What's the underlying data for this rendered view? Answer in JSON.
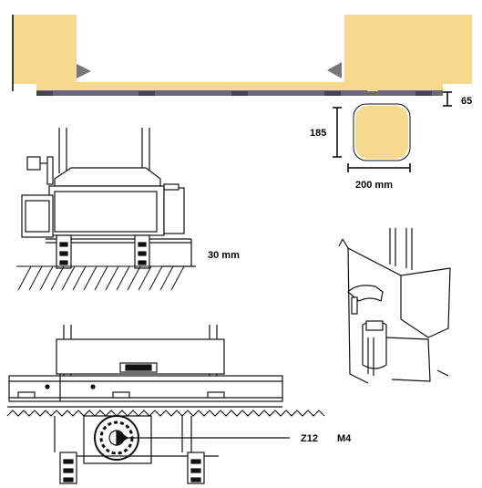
{
  "colors": {
    "sand": "#f6d98c",
    "steel": "#6b6b6b",
    "line": "#111111",
    "background": "#ffffff"
  },
  "labels": {
    "gap_height": "65",
    "post_height": "185",
    "post_width": "200 mm",
    "clearance": "30 mm",
    "gear_spec_teeth": "Z12",
    "gear_spec_module": "M4"
  }
}
